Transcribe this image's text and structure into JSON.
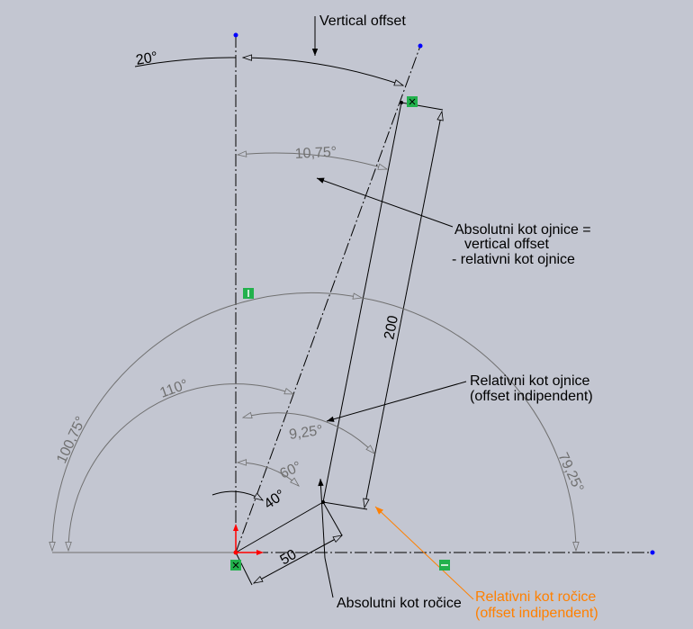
{
  "colors": {
    "background": "#c3c6d1",
    "sketch_line": "#000000",
    "driven_dimension": "#707070",
    "relation_marker": "#22b14c",
    "endpoint": "#0000ff",
    "origin": "#ff0000",
    "highlight_note": "#ff8000"
  },
  "dimensions": {
    "angle_20": "20°",
    "angle_10_75": "10,75°",
    "angle_110": "110°",
    "angle_100_75": "100,75°",
    "angle_9_25": "9,25°",
    "angle_79_25": "79,25°",
    "angle_60": "60°",
    "angle_40": "40°",
    "length_200": "200",
    "length_50": "50"
  },
  "annotations": {
    "vertical_offset": "Vertical offset",
    "absolutni_kot_ojnice": [
      "Absolutni kot ojnice =",
      "vertical offset",
      "- relativni kot ojnice"
    ],
    "relativni_kot_ojnice": [
      "Relativni kot ojnice",
      "(offset indipendent)"
    ],
    "absolutni_kot_rocice": "Absolutni kot ročice",
    "relativni_kot_rocice": [
      "Relativni kot ročice",
      "(offset indipendent)"
    ]
  },
  "relation_icons": {
    "vertical": "vertical-relation-icon",
    "horizontal": "horizontal-relation-icon",
    "coincident": "coincident-relation-icon",
    "fix": "fix-relation-icon"
  }
}
